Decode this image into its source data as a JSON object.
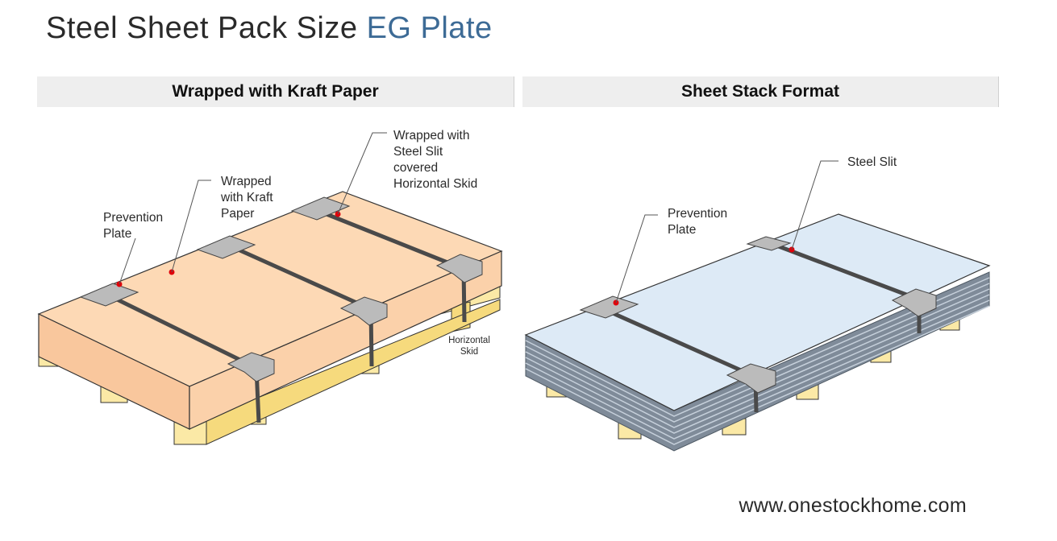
{
  "title": {
    "main": "Steel Sheet Pack Size",
    "accent": "EG Plate"
  },
  "panels": {
    "left": {
      "header": "Wrapped with Kraft Paper",
      "labels": {
        "prevention_plate": [
          "Prevention",
          "Plate"
        ],
        "kraft_paper": [
          "Wrapped",
          "with Kraft",
          "Paper"
        ],
        "steel_slit_skid": [
          "Wrapped with",
          "Steel Slit",
          "covered",
          "Horizontal Skid"
        ],
        "horizontal_skid": [
          "Horizontal",
          "Skid"
        ]
      }
    },
    "right": {
      "header": "Sheet Stack Format",
      "labels": {
        "prevention_plate": [
          "Prevention",
          "Plate"
        ],
        "steel_slit": "Steel Slit"
      }
    }
  },
  "website": "www.onestockhome.com",
  "colors": {
    "kraft_top": "#fdd9b5",
    "kraft_side": "#f9c79d",
    "skid": "#fbe9a6",
    "sheet_top": "#ddeaf6",
    "sheet_edge": "#7f8b99",
    "strap": "#4a4a4a",
    "plate": "#bbbbbb",
    "marker": "#e0000b",
    "accent": "#3d6b96"
  }
}
